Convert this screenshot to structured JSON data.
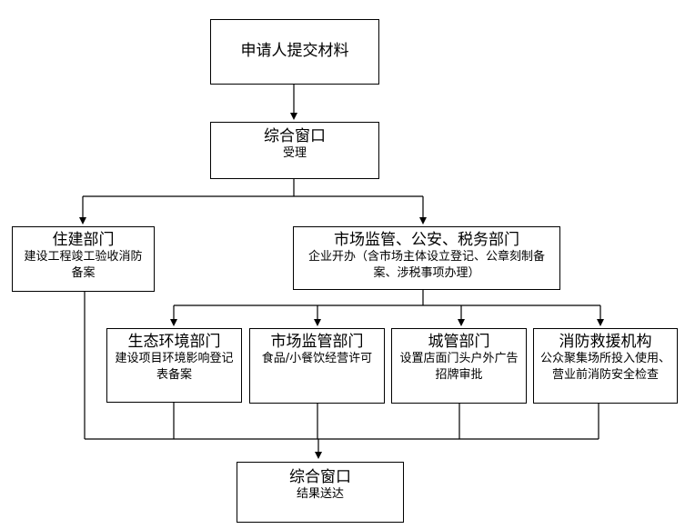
{
  "nodes": {
    "apply": {
      "title": "申请人提交材料"
    },
    "window_accept": {
      "title": "综合窗口",
      "body": "受理"
    },
    "housing": {
      "title": "住建部门",
      "body": "建设工程竣工验收消防备案"
    },
    "market_tax": {
      "title": "市场监管、公安、税务部门",
      "body": "企业开办（含市场主体设立登记、公章刻制备案、涉税事项办理）"
    },
    "ecology": {
      "title": "生态环境部门",
      "body": "建设项目环境影响登记表备案"
    },
    "market": {
      "title": "市场监管部门",
      "body": "食品/小餐饮经营许可"
    },
    "urban": {
      "title": "城管部门",
      "body": "设置店面门头户外广告招牌审批"
    },
    "fire": {
      "title": "消防救援机构",
      "body": "公众聚集场所投入使用、营业前消防安全检查"
    },
    "window_result": {
      "title": "综合窗口",
      "body": "结果送达"
    }
  }
}
